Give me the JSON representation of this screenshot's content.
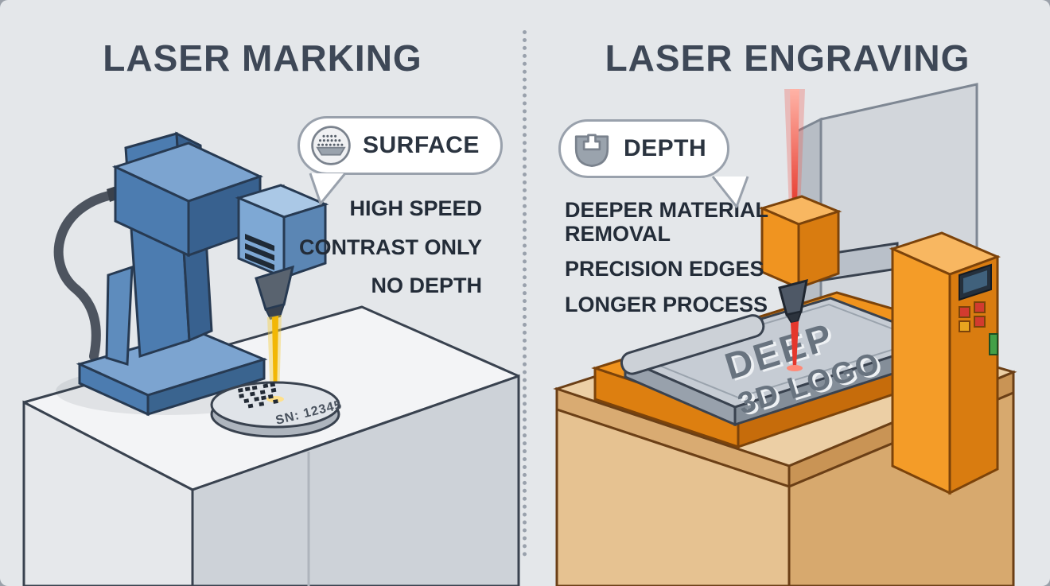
{
  "page": {
    "background_color": "#e4e7ea",
    "divider_style": "vertical-dotted-line"
  },
  "left_panel": {
    "title": "LASER MARKING",
    "callout": {
      "icon": "surface-texture-icon",
      "label": "SURFACE"
    },
    "features": [
      "HIGH SPEED",
      "CONTRAST ONLY",
      "NO DEPTH"
    ],
    "workpiece_label": "SN: 12345",
    "machine_color": "#4c7cb0",
    "beam_color": "#f2b705"
  },
  "right_panel": {
    "title": "LASER ENGRAVING",
    "callout": {
      "icon": "depth-groove-icon",
      "label": "DEPTH"
    },
    "features": [
      "DEEPER MATERIAL REMOVAL",
      "PRECISION EDGES",
      "LONGER PROCESS"
    ],
    "engraving_line1": "DEEP",
    "engraving_line2": "3D LOGO",
    "machine_color": "#f0931d",
    "beam_color": "#e5372c"
  }
}
